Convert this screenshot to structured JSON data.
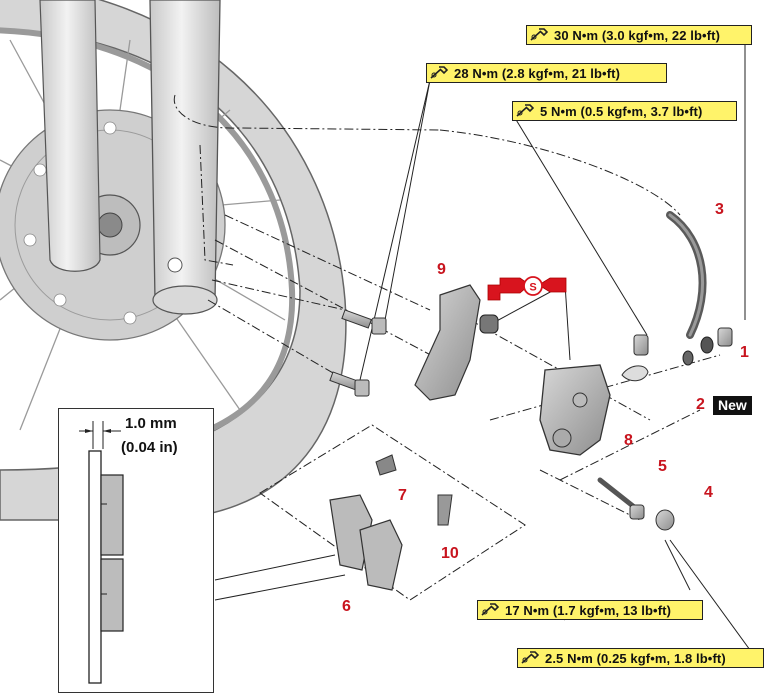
{
  "torque_specs": {
    "t30": "30 N•m (3.0 kgf•m, 22 lb•ft)",
    "t28": "28 N•m (2.8 kgf•m, 21 lb•ft)",
    "t5": "5 N•m (0.5 kgf•m, 3.7 lb•ft)",
    "t17": "17 N•m (1.7 kgf•m, 13 lb•ft)",
    "t25": "2.5 N•m (0.25 kgf•m, 1.8 lb•ft)"
  },
  "callouts": {
    "c1": "1",
    "c2": "2",
    "c3": "3",
    "c4": "4",
    "c5": "5",
    "c6": "6",
    "c7": "7",
    "c8": "8",
    "c9": "9",
    "c10": "10"
  },
  "new_label": "New",
  "grease_label": "S",
  "inset": {
    "measure_mm": "1.0 mm",
    "measure_in": "(0.04 in)"
  },
  "colors": {
    "callout": "#c8141e",
    "torque_bg": "#fff36a",
    "grease": "#d8141e"
  },
  "icons": [
    "torque-wrench-icon",
    "grease-gun-icon"
  ]
}
